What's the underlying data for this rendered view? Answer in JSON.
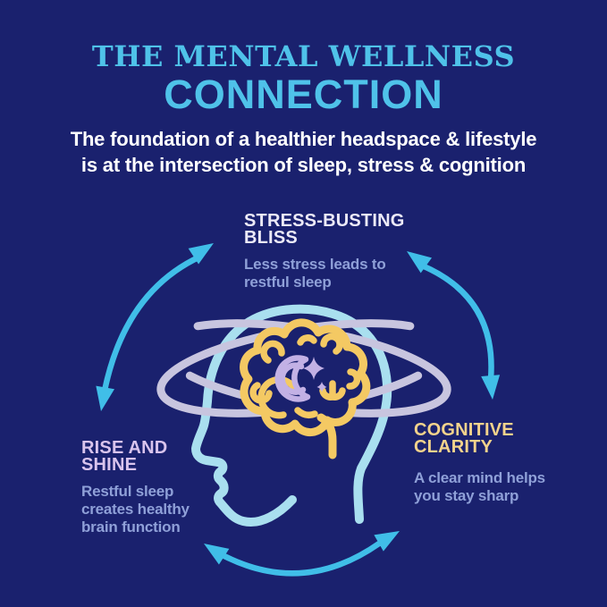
{
  "colors": {
    "bg": "#1A216E",
    "title": "#4FC2E9",
    "subtitle": "#FFFFFF",
    "head": "#A9DFEF",
    "swirl": "#C8C5DF",
    "brain": "#F4C963",
    "moon": "#C3B1E5",
    "arrow": "#40BEE8",
    "stress": "#ECEAF8",
    "rise": "#D9C4ED",
    "cog": "#F3D38C",
    "bodytext": "#8FA0D8"
  },
  "header": {
    "title_line1": "THE MENTAL WELLNESS",
    "title_line2": "CONNECTION",
    "subtitle_line1": "The foundation of a healthier headspace & lifestyle",
    "subtitle_line2": "is at the intersection of sleep, stress & cognition"
  },
  "nodes": {
    "stress": {
      "heading": "STRESS-BUSTING BLISS",
      "body": "Less stress leads to restful sleep"
    },
    "rise": {
      "heading": "RISE AND SHINE",
      "body": "Restful sleep creates healthy brain function"
    },
    "cognitive": {
      "heading": "COGNITIVE CLARITY",
      "body": "A clear mind helps you stay sharp"
    }
  },
  "illustration": {
    "head_icon": "head-profile-outline",
    "rings_icon": "orbit-swirls",
    "brain_icon": "brain-outline",
    "moon_icon": "crescent-moon",
    "star_icon": "four-point-star",
    "sparkle_icon": "small-sparkle"
  },
  "arrows": {
    "left": "double-arrow-between-stress-and-rise",
    "right": "double-arrow-between-stress-and-cognitive",
    "bottom": "double-arrow-between-rise-and-cognitive"
  }
}
